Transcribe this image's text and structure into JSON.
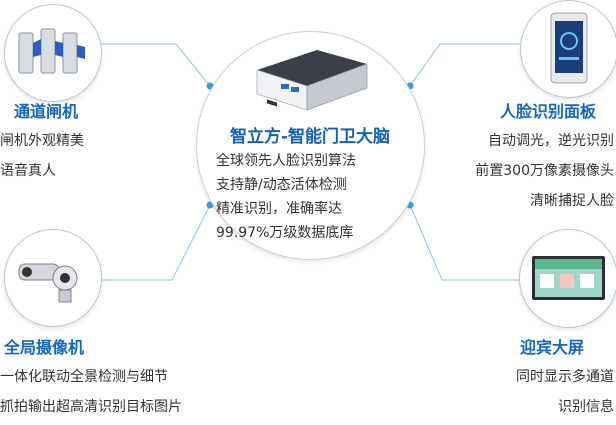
{
  "center": {
    "title": "智立方-智能门卫大脑",
    "lines": [
      "全球领先人脸识别算法",
      "支持静/动态活体检测",
      "精准识别，准确率达",
      "99.97%万级数据底库"
    ],
    "icon": "mini-pc-icon"
  },
  "nodes": [
    {
      "id": "gate",
      "title": "通道闸机",
      "lines": [
        "闸机外观精美",
        "语音真人"
      ],
      "icon": "turnstile-gate-icon"
    },
    {
      "id": "face-panel",
      "title": "人脸识别面板",
      "lines": [
        "自动调光，逆光识别",
        "前置300万像素摄像头",
        "清晰捕捉人脸"
      ],
      "icon": "face-recognition-panel-icon"
    },
    {
      "id": "camera",
      "title": "全局摄像机",
      "lines": [
        "一体化联动全景检测与细节",
        "抓拍输出超高清识别目标图片"
      ],
      "icon": "surveillance-camera-icon"
    },
    {
      "id": "welcome-screen",
      "title": "迎宾大屏",
      "lines": [
        "同时显示多通道",
        "识别信息"
      ],
      "icon": "display-screen-icon"
    }
  ],
  "colors": {
    "accent": "#1267c6",
    "line": "#8fc2ea",
    "dot": "#3a9de0",
    "text": "#333333"
  }
}
